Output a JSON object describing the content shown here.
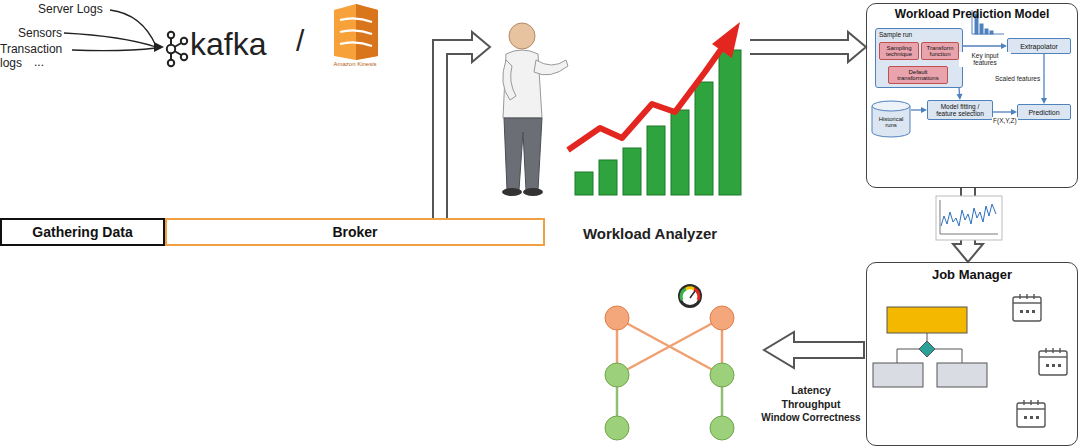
{
  "diagram": {
    "nodes": [
      {
        "text": [
          "Gathering Data"
        ]
      },
      {
        "text": [
          "Broker"
        ]
      },
      {
        "text": [
          "Workload Analyzer"
        ]
      },
      {
        "text": [
          "Workload Prediction Model"
        ]
      },
      {
        "text": [
          "Sample run"
        ],
        "in": 3
      },
      {
        "text": [
          "Sampling technique"
        ],
        "in": 4
      },
      {
        "text": [
          "Transform function"
        ],
        "in": 4
      },
      {
        "text": [
          "Default transformations"
        ],
        "in": 4
      },
      {
        "text": [
          "Extrapolator"
        ],
        "in": 3
      },
      {
        "text": [
          "Historical runs"
        ],
        "in": 3
      },
      {
        "text": [
          "Model fitting / feature selection"
        ],
        "in": 3
      },
      {
        "text": [
          "Prediction"
        ],
        "in": 3
      },
      {
        "text": [
          "Job Manager"
        ]
      }
    ],
    "edges": [
      {
        "from": 1,
        "to": 2,
        "arrow": "to"
      },
      {
        "from": 2,
        "to": 3,
        "arrow": "to"
      },
      {
        "from": 3,
        "to": 12,
        "arrow": "to"
      },
      {
        "from": 4,
        "to": 8,
        "label": "Key input features",
        "arrow": "to"
      },
      {
        "from": 8,
        "to": 11,
        "label": "Scaled features",
        "arrow": "to"
      },
      {
        "from": 4,
        "to": 10,
        "arrow": "to"
      },
      {
        "from": 9,
        "to": 10,
        "arrow": "to"
      },
      {
        "from": 10,
        "to": 11,
        "label": "F(X,Y,Z)",
        "arrow": "to"
      }
    ],
    "labels": [
      "Server Logs",
      "Sensors",
      "Transaction logs",
      "...",
      "kafka",
      "/",
      "Amazon Kinesis",
      "Latency",
      "Throughput",
      "Window Correctness"
    ]
  }
}
